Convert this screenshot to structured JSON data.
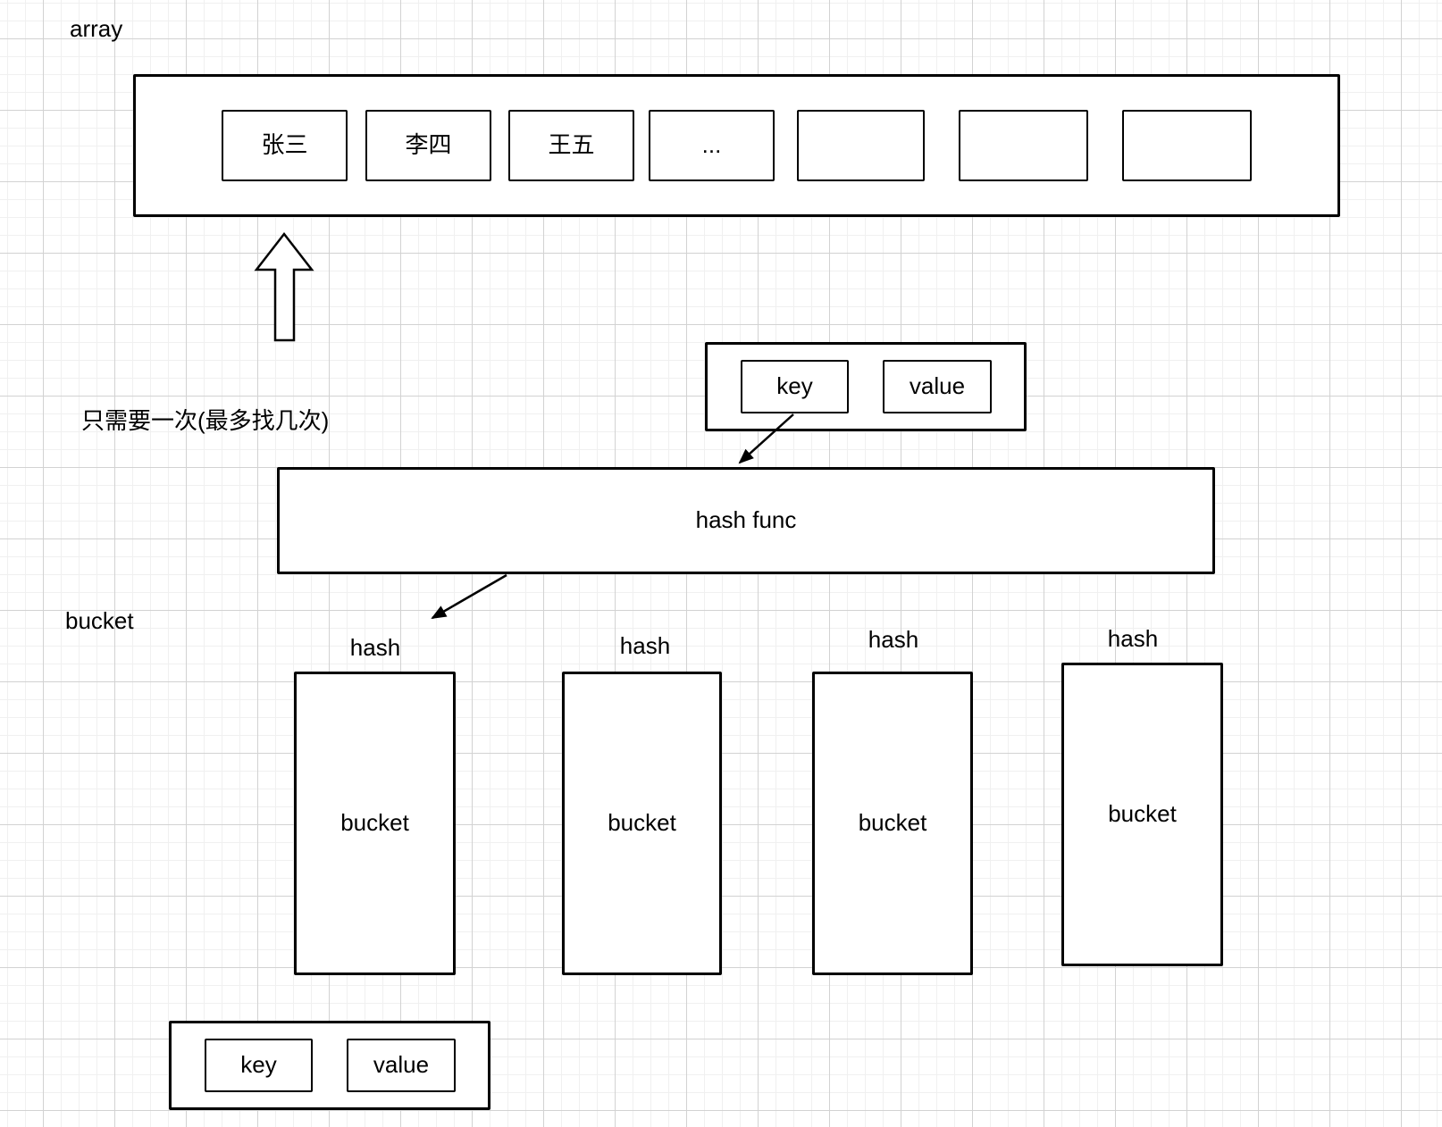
{
  "labels": {
    "array": "array",
    "note": "只需要一次(最多找几次)",
    "bucket": "bucket"
  },
  "array": {
    "cells": [
      "张三",
      "李四",
      "王五",
      "...",
      "",
      "",
      ""
    ]
  },
  "kv_top": {
    "key": "key",
    "value": "value"
  },
  "hash_func": {
    "label": "hash func"
  },
  "buckets": {
    "items": [
      {
        "hash_label": "hash",
        "bucket_label": "bucket"
      },
      {
        "hash_label": "hash",
        "bucket_label": "bucket"
      },
      {
        "hash_label": "hash",
        "bucket_label": "bucket"
      },
      {
        "hash_label": "hash",
        "bucket_label": "bucket"
      }
    ]
  },
  "kv_bottom": {
    "key": "key",
    "value": "value"
  },
  "icons": {
    "up_arrow": "block-arrow-up-icon",
    "arrow_key_to_hashfunc": "arrow-down-left-icon",
    "arrow_hashfunc_to_bucket": "arrow-down-left-icon"
  },
  "colors": {
    "stroke": "#000000",
    "text": "#000000",
    "background": "#ffffff",
    "grid_minor": "#f0f0f0",
    "grid_major": "#d2d2d2"
  }
}
